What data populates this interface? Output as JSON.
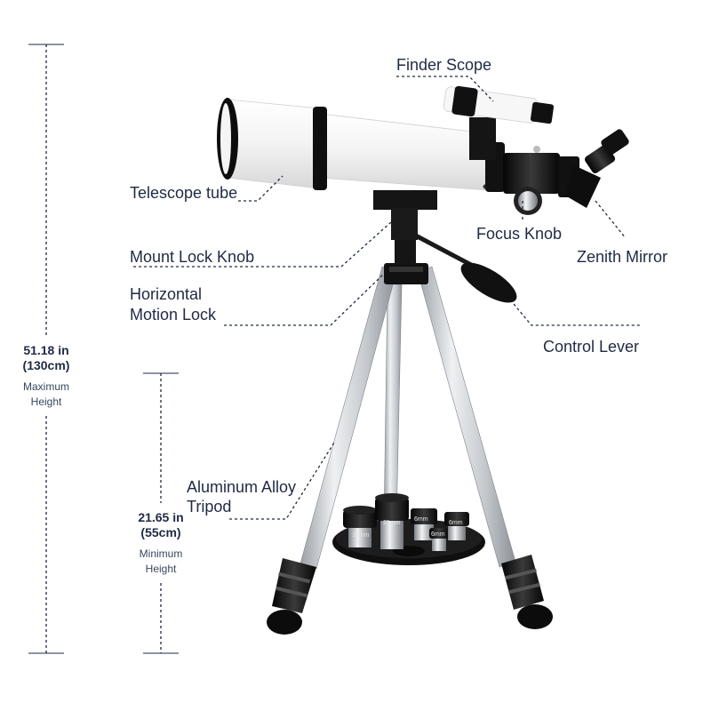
{
  "labels": {
    "finder_scope": "Finder Scope",
    "telescope_tube": "Telescope tube",
    "focus_knob": "Focus Knob",
    "zenith_mirror": "Zenith Mirror",
    "mount_lock_knob": "Mount Lock Knob",
    "horizontal_motion_lock_line1": "Horizontal",
    "horizontal_motion_lock_line2": "Motion Lock",
    "control_lever": "Control Lever",
    "aluminum_alloy_tripod_line1": "Aluminum Alloy",
    "aluminum_alloy_tripod_line2": "Tripod"
  },
  "max_height": {
    "inches": "51.18 in",
    "cm": "(130cm)",
    "caption_line1": "Maximum",
    "caption_line2": "Height"
  },
  "min_height": {
    "inches": "21.65 in",
    "cm": "(55cm)",
    "caption_line1": "Minimum",
    "caption_line2": "Height"
  },
  "eyepieces": {
    "e1": "10mm",
    "e2": "25mm",
    "e3": "6mm",
    "e4": "6mm",
    "e5": "6mm"
  },
  "colors": {
    "text": "#1f2a44",
    "leader_line": "#1f2a44",
    "tube_white": "#f7f7f7",
    "black_parts": "#111111",
    "aluminum": "#c9cdd2"
  }
}
